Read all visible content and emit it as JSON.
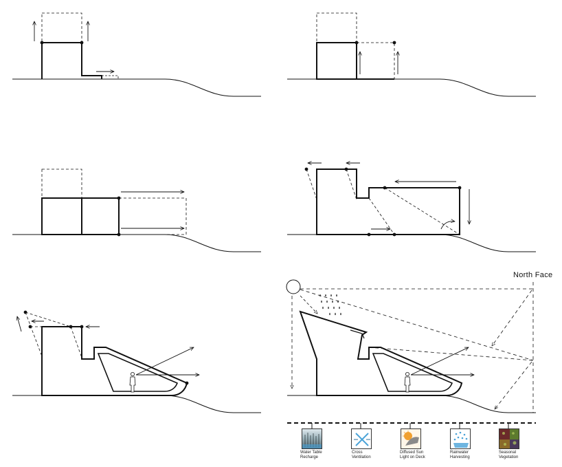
{
  "annotation": {
    "north_face": "North Face"
  },
  "legend": [
    {
      "lines": [
        "Water Table",
        "Recharge"
      ],
      "icon": "water-table-recharge-icon"
    },
    {
      "lines": [
        "Cross",
        "Ventilation"
      ],
      "icon": "cross-ventilation-icon"
    },
    {
      "lines": [
        "Diffused Sun",
        "Light on Deck"
      ],
      "icon": "diffused-sunlight-icon"
    },
    {
      "lines": [
        "Rainwater",
        "Harvesting"
      ],
      "icon": "rainwater-harvesting-icon"
    },
    {
      "lines": [
        "Seasonal",
        "Vegetation"
      ],
      "icon": "seasonal-vegetation-icon"
    }
  ],
  "colors": {
    "ink": "#111111",
    "water_blue": "#4aa3d8",
    "sun_orange": "#f0a030",
    "vegetation": "#6b2a2a"
  }
}
